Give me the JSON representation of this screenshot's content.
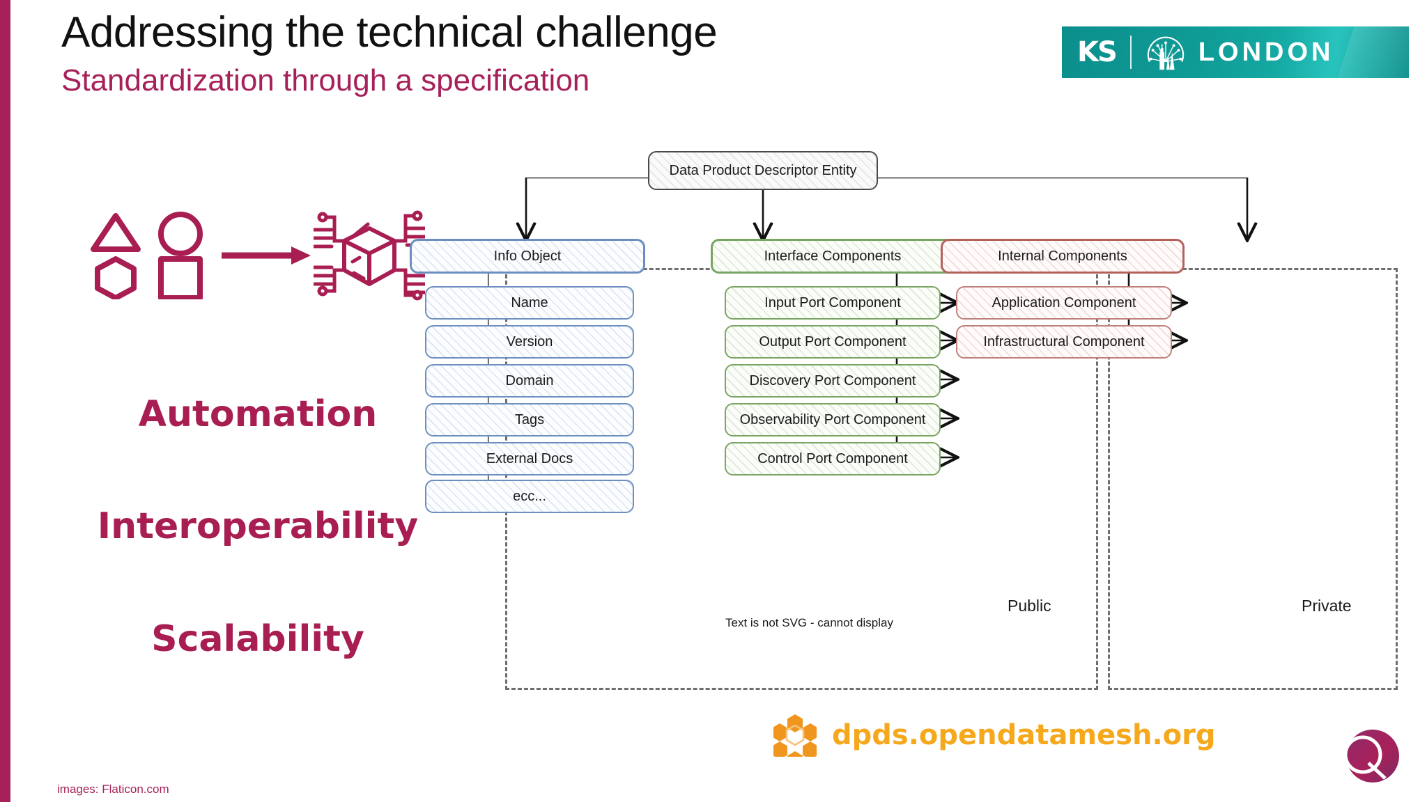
{
  "slide": {
    "title": "Addressing the technical challenge",
    "subtitle": "Standardization through a specification",
    "credit": "images: Flaticon.com",
    "accent_color": "#a62159"
  },
  "brand_logo": {
    "mark": "KS",
    "word": "LONDON",
    "wheel_icon": "london-eye-icon",
    "gradient_from": "#0b8f8c",
    "gradient_to": "#29c3bd"
  },
  "left_panel": {
    "shapes_icon": "shapes-triangle-circle-hexagon-square-icon",
    "arrow_icon": "right-arrow-icon",
    "cube_icon": "connected-package-cube-icon",
    "keywords": [
      {
        "label": "Automation"
      },
      {
        "label": "Interoperability"
      },
      {
        "label": "Scalability"
      }
    ],
    "keyword_color": "#a81d52"
  },
  "diagram": {
    "root": {
      "label": "Data Product Descriptor Entity"
    },
    "note": "Text is not SVG - cannot display",
    "zones": [
      {
        "label": "Public"
      },
      {
        "label": "Private"
      }
    ],
    "columns": [
      {
        "head": "Info Object",
        "color": "#6d8fc0",
        "items": [
          "Name",
          "Version",
          "Domain",
          "Tags",
          "External Docs",
          "ecc..."
        ]
      },
      {
        "head": "Interface Components",
        "color": "#79a563",
        "items": [
          "Input Port Component",
          "Output Port Component",
          "Discovery Port Component",
          "Observability Port Component",
          "Control Port Component"
        ]
      },
      {
        "head": "Internal Components",
        "color": "#b4615c",
        "items": [
          "Application Component",
          "Infrastructural Component"
        ]
      }
    ]
  },
  "footer": {
    "dpds_url": "dpds.opendatamesh.org",
    "dpds_icon": "honeycomb-hexagon-icon",
    "dpds_color": "#f5a81c",
    "q_logo_icon": "q-circle-logo-icon"
  }
}
